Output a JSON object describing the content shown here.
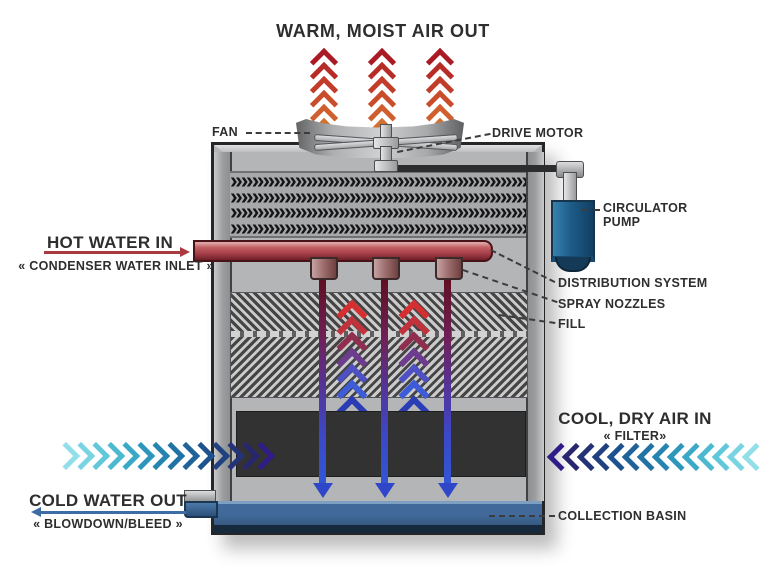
{
  "title": "WARM, MOIST AIR OUT",
  "labels": {
    "fan": "FAN",
    "drive_motor": "DRIVE MOTOR",
    "circulator_pump_line1": "CIRCULATOR",
    "circulator_pump_line2": "PUMP",
    "hot_water_in": "HOT WATER IN",
    "condenser_water_inlet": "« CONDENSER WATER INLET »",
    "distribution_system": "DISTRIBUTION SYSTEM",
    "spray_nozzles": "SPRAY NOZZLES",
    "fill": "FILL",
    "cool_dry_air_in": "COOL, DRY AIR IN",
    "filter": "« FILTER»",
    "cold_water_out": "COLD WATER OUT",
    "blowdown_bleed": "« BLOWDOWN/BLEED »",
    "collection_basin": "COLLECTION BASIN"
  },
  "colors": {
    "label_text": "#2e2e2e",
    "tower_body": "#b4b5b7",
    "tower_border": "#262626",
    "basin_blue": "#41699a",
    "pump_blue": "#1d5c88",
    "hot_pipe_red": "#a8414b",
    "filter_dark": "#323232",
    "stream_arrow_blue": "#2f46c8",
    "hot_arrow_line": "#a93b40",
    "cold_arrow_line": "#3e6da6"
  },
  "decorations": {
    "drift_eliminator": {
      "char": "»",
      "rows": 4,
      "count": 36
    },
    "hot_air_column": {
      "colors": [
        "#aa1b25",
        "#b72c27",
        "#c23d29",
        "#ca4d2b",
        "#cf5f2e",
        "#d27031",
        "#d48134",
        "#d59038"
      ]
    },
    "fill_updraft": {
      "colors": [
        "#d62f31",
        "#c1333c",
        "#8f2e4e",
        "#6d3c8e",
        "#4f50c2",
        "#3e5cd8",
        "#2a3db4"
      ]
    },
    "air_in_left": {
      "colors": [
        "#93dfe9",
        "#79d4e2",
        "#60c8da",
        "#4cb9d1",
        "#3aa8c6",
        "#2d97bb",
        "#2684b1",
        "#2173a6",
        "#1f639a",
        "#1e528e",
        "#204180",
        "#243278",
        "#292670",
        "#2e1d86"
      ]
    },
    "air_in_right": {
      "colors": [
        "#2e1d86",
        "#292670",
        "#243278",
        "#204180",
        "#1e528e",
        "#1f639a",
        "#2173a6",
        "#2684b1",
        "#2d97bb",
        "#3aa8c6",
        "#4cb9d1",
        "#60c8da",
        "#79d4e2",
        "#93dfe9"
      ]
    }
  }
}
